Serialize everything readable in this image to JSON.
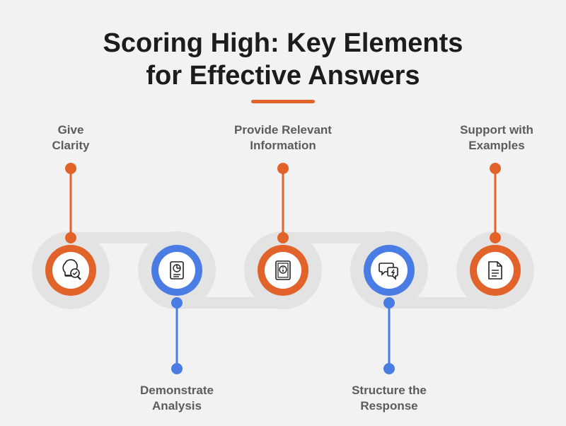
{
  "title": {
    "line1": "Scoring High: Key Elements",
    "line2": "for Effective Answers"
  },
  "colors": {
    "accent_orange": "#e2632a",
    "accent_blue": "#4a7de3",
    "track_gray": "#e3e3e3",
    "background": "#f2f2f2"
  },
  "steps": [
    {
      "label1": "Give",
      "label2": "Clarity",
      "position": "top",
      "color": "orange",
      "icon": "lightbulb-magnifier-check-icon"
    },
    {
      "label1": "Demonstrate",
      "label2": "Analysis",
      "position": "bottom",
      "color": "blue",
      "icon": "report-pie-chart-icon"
    },
    {
      "label1": "Provide Relevant",
      "label2": "Information",
      "position": "top",
      "color": "orange",
      "icon": "info-document-icon"
    },
    {
      "label1": "Structure the",
      "label2": "Response",
      "position": "bottom",
      "color": "blue",
      "icon": "chat-bubbles-icon"
    },
    {
      "label1": "Support with",
      "label2": "Examples",
      "position": "top",
      "color": "orange",
      "icon": "text-document-icon"
    }
  ]
}
